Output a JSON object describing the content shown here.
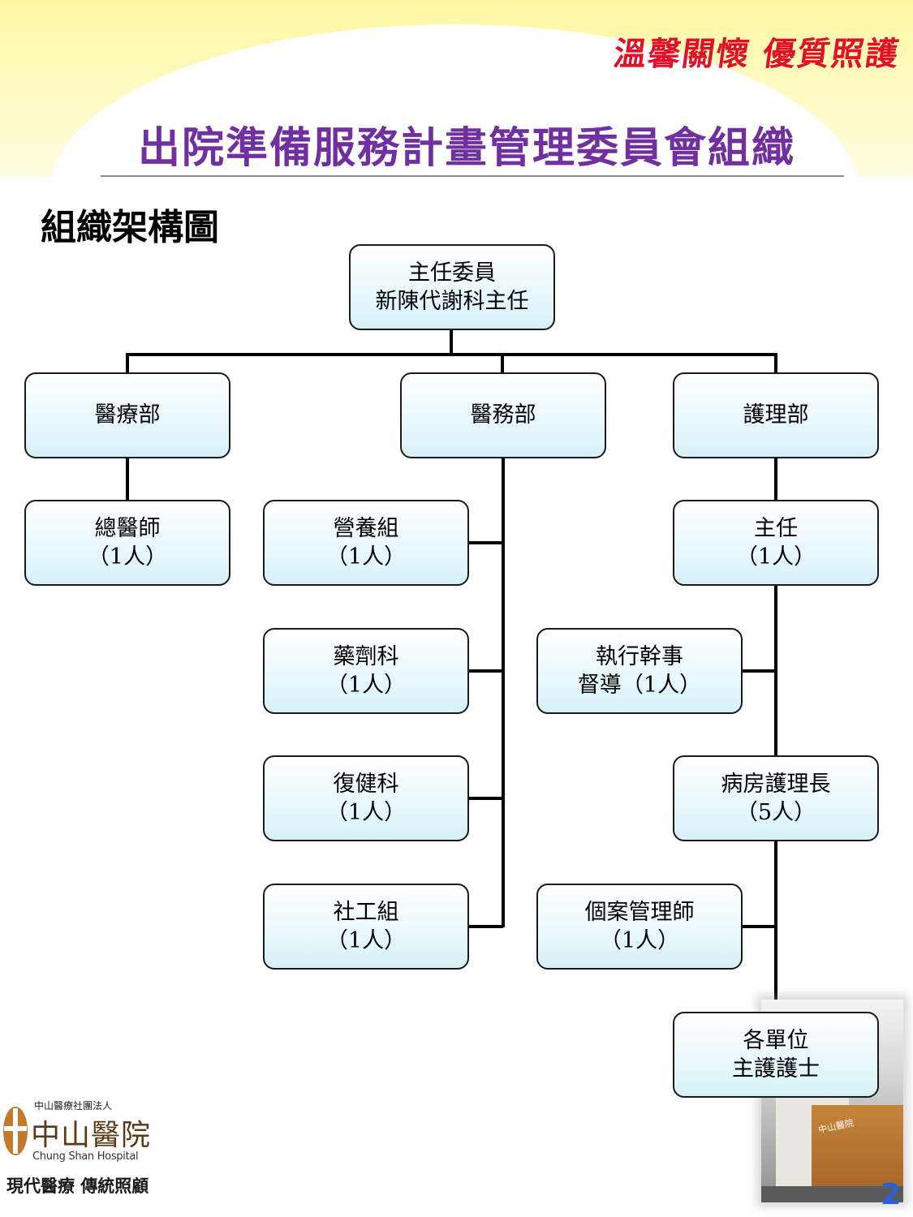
{
  "header": {
    "slogan": "溫馨關懷 優質照護",
    "title": "出院準備服務計畫管理委員會組織"
  },
  "section_title": "組織架構圖",
  "org": {
    "chair": {
      "line1": "主任委員",
      "line2": "新陳代謝科主任"
    },
    "departments": {
      "medical": "醫療部",
      "admin": "醫務部",
      "nursing": "護理部"
    },
    "medical_units": {
      "chief_physician": {
        "line1": "總醫師",
        "line2": "（1人）"
      }
    },
    "admin_units": {
      "nutrition": {
        "line1": "營養組",
        "line2": "（1人）"
      },
      "pharmacy": {
        "line1": "藥劑科",
        "line2": "（1人）"
      },
      "rehab": {
        "line1": "復健科",
        "line2": "（1人）"
      },
      "social_work": {
        "line1": "社工組",
        "line2": "（1人）"
      }
    },
    "nursing_units": {
      "director": {
        "line1": "主任",
        "line2": "（1人）"
      },
      "executive": {
        "line1": "執行幹事",
        "line2": "督導（1人）"
      },
      "head_nurse": {
        "line1": "病房護理長",
        "line2": "（5人）"
      },
      "case_manager": {
        "line1": "個案管理師",
        "line2": "（1人）"
      },
      "unit_nurse": {
        "line1": "各單位",
        "line2": "主護護士"
      }
    }
  },
  "footer": {
    "logo": {
      "small_text": "中山醫療社團法人",
      "name": "中山醫院",
      "english": "Chung Shan Hospital",
      "motto": "現代醫療 傳統照顧"
    },
    "building_sign": "中山醫院",
    "slide_number": "2"
  },
  "colors": {
    "title": "#7030a0",
    "slogan": "#e0102a",
    "node_fill": "#d6f2f8",
    "slide_number": "#2b5fd9"
  }
}
